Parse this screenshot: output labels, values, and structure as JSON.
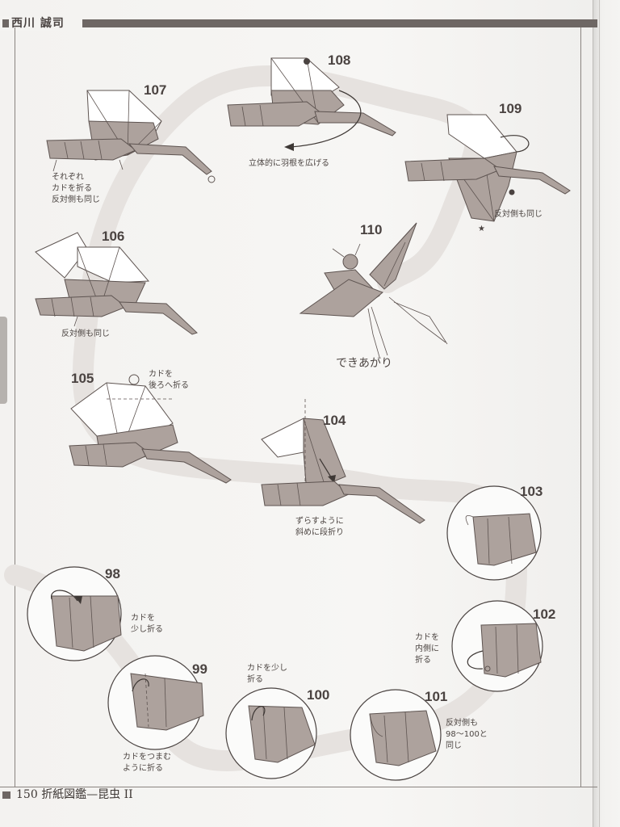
{
  "header": {
    "author": "西川 誠司"
  },
  "footer": {
    "page_number": "150",
    "book_title": "折紙図鑑—昆虫 ⅠⅠ"
  },
  "steps": [
    {
      "number": "98",
      "note": [
        "カドを",
        "少し折る"
      ]
    },
    {
      "number": "99",
      "note": [
        "カドをつまむ",
        "ように折る"
      ]
    },
    {
      "number": "100",
      "note": [
        "カドを少し",
        "折る"
      ]
    },
    {
      "number": "101",
      "note": [
        "反対側も",
        "98〜100と",
        "同じ"
      ]
    },
    {
      "number": "102",
      "note": [
        "カドを",
        "内側に",
        "折る"
      ]
    },
    {
      "number": "103",
      "note": []
    },
    {
      "number": "104",
      "note": [
        "ずらすように",
        "斜めに段折り"
      ]
    },
    {
      "number": "105",
      "note": [
        "カドを",
        "後ろへ折る"
      ]
    },
    {
      "number": "106",
      "note": [
        "反対側も同じ"
      ]
    },
    {
      "number": "107",
      "note": [
        "それぞれ",
        "カドを折る",
        "反対側も同じ"
      ]
    },
    {
      "number": "108",
      "note": [
        "立体的に羽根を広げる"
      ]
    },
    {
      "number": "109",
      "note": [
        "反対側も同じ"
      ]
    },
    {
      "number": "110",
      "note": [
        "できあがり"
      ]
    }
  ],
  "colors": {
    "paper_color": "#ada29d",
    "path_band": "#e6e2df",
    "ink": "#4a4341"
  }
}
